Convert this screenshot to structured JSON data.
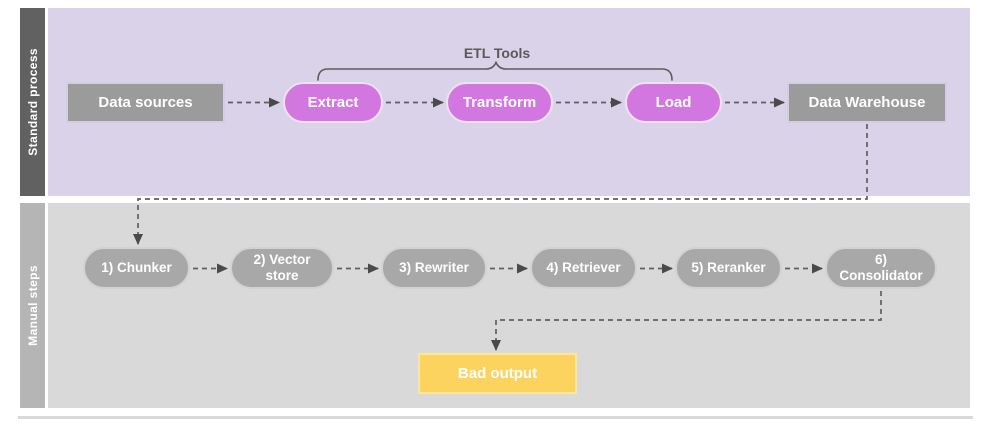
{
  "lanes": {
    "standard": {
      "label": "Standard process"
    },
    "manual": {
      "label": "Manual steps"
    }
  },
  "groups": {
    "etl": {
      "label": "ETL Tools",
      "spans": [
        "Extract",
        "Transform",
        "Load"
      ]
    }
  },
  "nodes": {
    "standard": [
      {
        "id": "data-sources",
        "label": "Data sources",
        "shape": "rectangle",
        "color": "#9b9b9b"
      },
      {
        "id": "extract",
        "label": "Extract",
        "shape": "pill",
        "color": "#d277e0"
      },
      {
        "id": "transform",
        "label": "Transform",
        "shape": "pill",
        "color": "#d277e0"
      },
      {
        "id": "load",
        "label": "Load",
        "shape": "pill",
        "color": "#d277e0"
      },
      {
        "id": "data-warehouse",
        "label": "Data Warehouse",
        "shape": "rectangle",
        "color": "#9b9b9b"
      }
    ],
    "manual": [
      {
        "id": "chunker",
        "label": "1) Chunker",
        "shape": "pill",
        "color": "#a8a8a8"
      },
      {
        "id": "vector-store",
        "label": "2) Vector store",
        "shape": "pill",
        "color": "#a8a8a8"
      },
      {
        "id": "rewriter",
        "label": "3) Rewriter",
        "shape": "pill",
        "color": "#a8a8a8"
      },
      {
        "id": "retriever",
        "label": "4) Retriever",
        "shape": "pill",
        "color": "#a8a8a8"
      },
      {
        "id": "reranker",
        "label": "5) Reranker",
        "shape": "pill",
        "color": "#a8a8a8"
      },
      {
        "id": "consolidator",
        "label": "6) Consolidator",
        "shape": "pill",
        "color": "#a8a8a8"
      }
    ],
    "output": {
      "id": "bad-output",
      "label": "Bad output",
      "shape": "rectangle",
      "color": "#fbd35e"
    }
  },
  "edges": [
    {
      "from": "data-sources",
      "to": "extract",
      "style": "dashed-arrow"
    },
    {
      "from": "extract",
      "to": "transform",
      "style": "dashed-arrow"
    },
    {
      "from": "transform",
      "to": "load",
      "style": "dashed-arrow"
    },
    {
      "from": "load",
      "to": "data-warehouse",
      "style": "dashed-arrow"
    },
    {
      "from": "data-warehouse",
      "to": "chunker",
      "style": "dashed-arrow"
    },
    {
      "from": "chunker",
      "to": "vector-store",
      "style": "dashed-arrow"
    },
    {
      "from": "vector-store",
      "to": "rewriter",
      "style": "dashed-arrow"
    },
    {
      "from": "rewriter",
      "to": "retriever",
      "style": "dashed-arrow"
    },
    {
      "from": "retriever",
      "to": "reranker",
      "style": "dashed-arrow"
    },
    {
      "from": "reranker",
      "to": "consolidator",
      "style": "dashed-arrow"
    },
    {
      "from": "consolidator",
      "to": "bad-output",
      "style": "dashed-arrow"
    }
  ],
  "colors": {
    "bar_dark": "#616161",
    "bar_light": "#b5b5b5",
    "lane_purple": "#d9d2e9",
    "lane_gray": "#d9d9d9",
    "node_gray": "#9b9b9b",
    "pill_purple": "#d277e0",
    "pill_gray": "#a8a8a8",
    "output_yellow": "#fbd35e",
    "arrow": "#5f5f5f"
  }
}
